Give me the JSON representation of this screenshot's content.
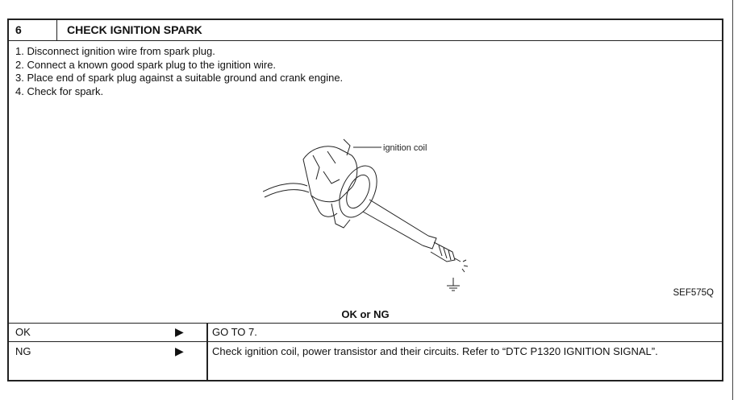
{
  "step": {
    "number": "6",
    "title": "CHECK IGNITION SPARK"
  },
  "instructions": [
    "1. Disconnect ignition wire from spark plug.",
    "2. Connect a known good spark plug to the ignition wire.",
    "3. Place end of spark plug against a suitable ground and crank engine.",
    "4. Check for spark."
  ],
  "figure": {
    "callout": "ignition coil",
    "code": "SEF575Q"
  },
  "result_header": "OK or NG",
  "results": [
    {
      "label": "OK",
      "action": "GO TO 7."
    },
    {
      "label": "NG",
      "action": "Check ignition coil, power transistor and their circuits. Refer to “DTC P1320 IGNITION SIGNAL”."
    }
  ]
}
